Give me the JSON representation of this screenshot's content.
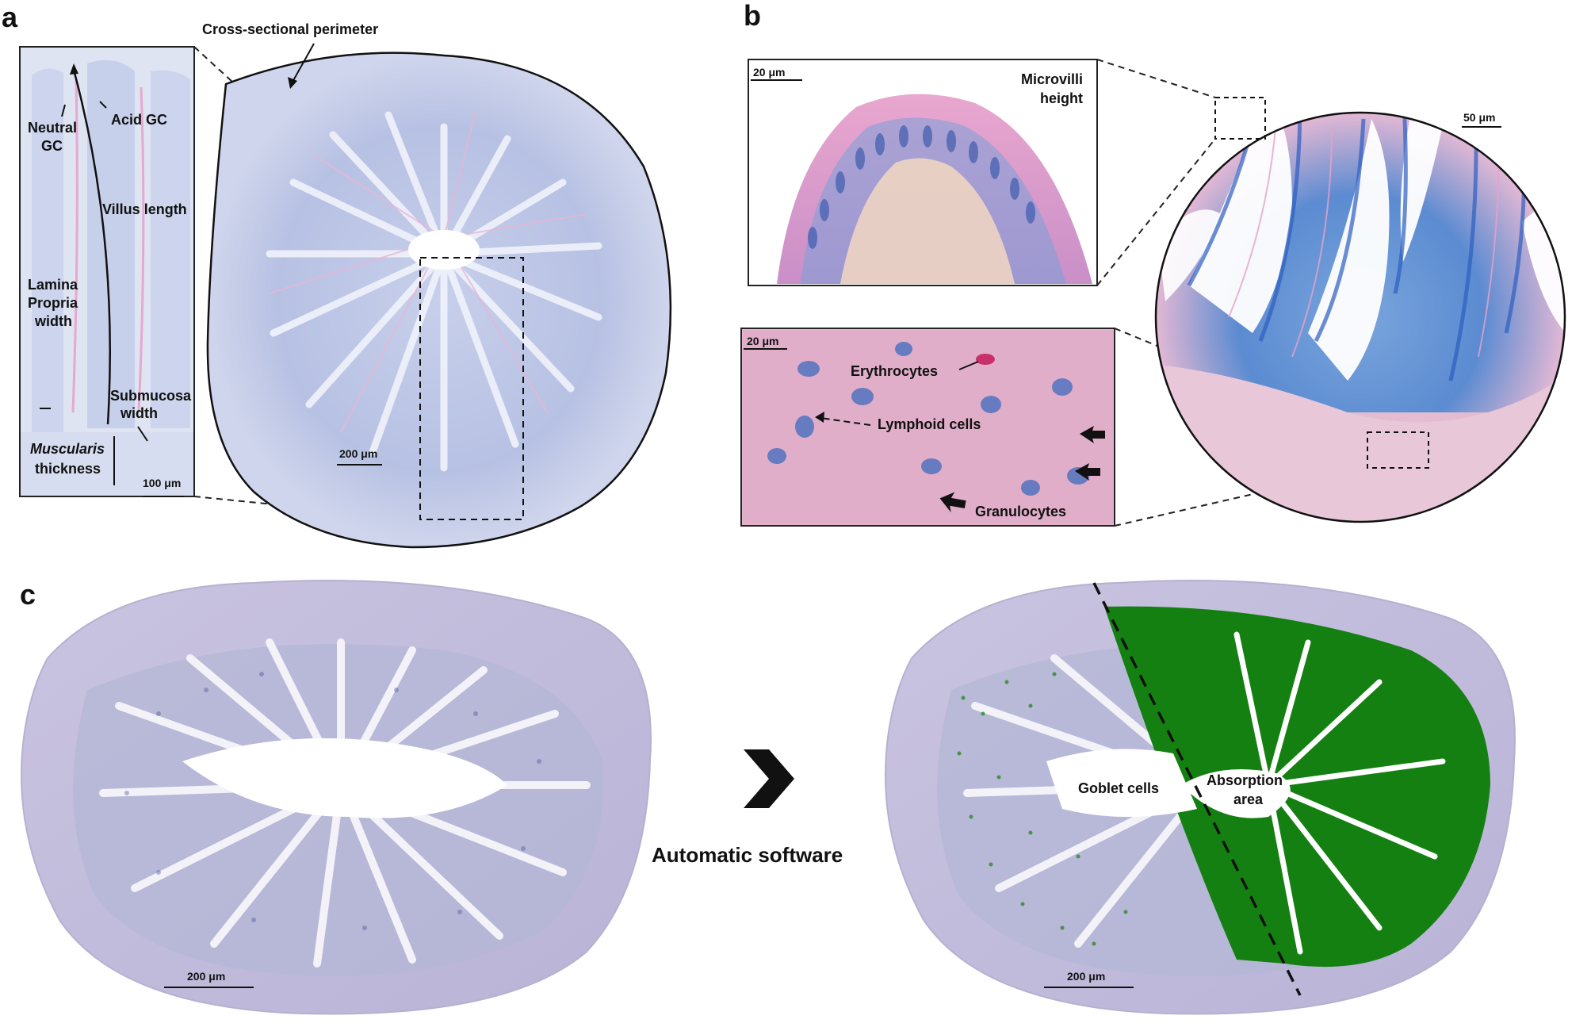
{
  "panels": {
    "a": {
      "letter": "a",
      "perimeter_label": "Cross-sectional perimeter",
      "inset_labels": {
        "neutral_gc": [
          "Neutral",
          "GC"
        ],
        "acid_gc": "Acid GC",
        "villus_length": "Villus length",
        "lamina_propria": [
          "Lamina",
          "Propria",
          "width"
        ],
        "submucosa": [
          "Submucosa",
          "width"
        ],
        "muscularis": [
          "Muscularis",
          "thickness"
        ]
      },
      "inset_scale": "100 μm",
      "main_scale": "200 μm"
    },
    "b": {
      "letter": "b",
      "microvilli": {
        "scale": "20 μm",
        "label": [
          "Microvilli",
          "height"
        ]
      },
      "cells": {
        "scale": "20 μm",
        "erythrocytes": "Erythrocytes",
        "lymphoid": "Lymphoid cells",
        "granulocytes": "Granulocytes"
      },
      "circle_scale": "50 μm"
    },
    "c": {
      "letter": "c",
      "arrow_label": "Automatic software",
      "left_scale": "200 μm",
      "right_scale": "200 μm",
      "goblet_label": "Goblet cells",
      "absorption_label": [
        "Absorption",
        "area"
      ]
    }
  },
  "colors": {
    "tissue_light": "#d6dcef",
    "tissue_mid": "#a9b4dc",
    "tissue_pink": "#e5bfdc",
    "stain_blue": "#2f63c4",
    "stain_pink": "#e6a9cf",
    "absorption_green": "#158012",
    "goblet_green": "#2c8a2a"
  }
}
